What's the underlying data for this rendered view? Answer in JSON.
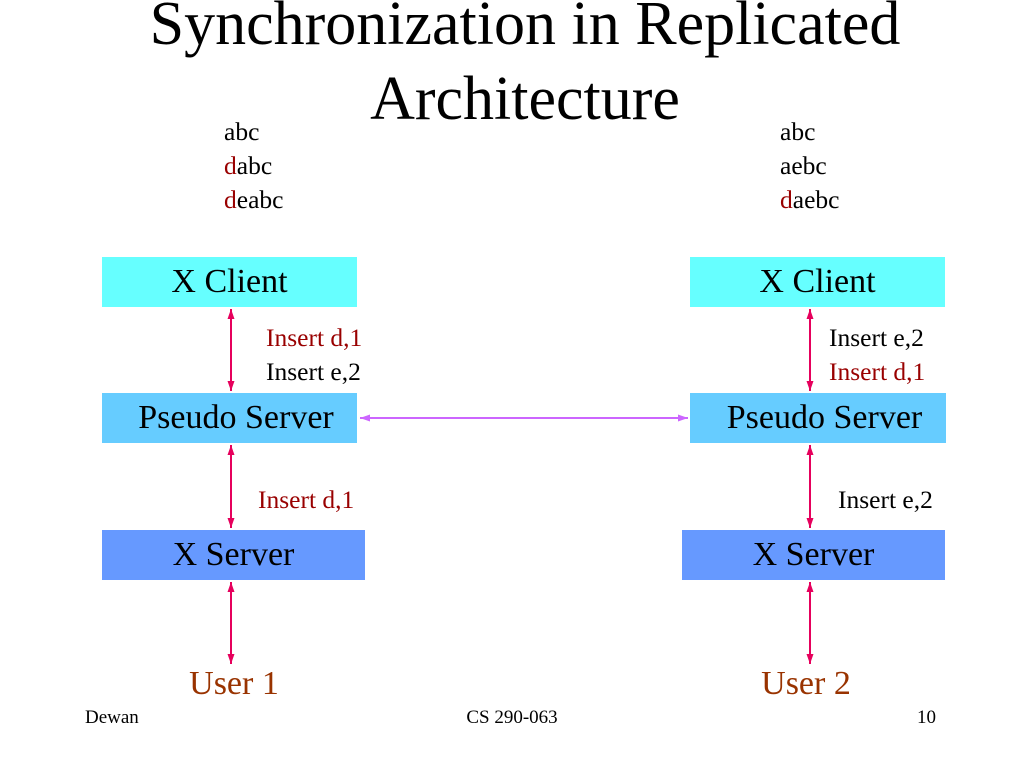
{
  "title": {
    "line1": "Synchronization in Replicated",
    "line2": "Architecture"
  },
  "colors": {
    "highlight_text": "#990000",
    "default_text": "#000000",
    "client_box": "#66FFFF",
    "pseudo_server_box": "#66CCFF",
    "server_box": "#6699FF",
    "vertical_arrows": "#E6005C",
    "pseudo_server_link": "#CC66FF",
    "user_label": "#993300"
  },
  "left": {
    "states": [
      {
        "marked": "",
        "rest": "abc"
      },
      {
        "marked": "d",
        "rest": "abc"
      },
      {
        "marked": "d",
        "rest": "eabc"
      }
    ],
    "client_label": "X Client",
    "client_messages": [
      {
        "text": "Insert d,1",
        "color": "#990000"
      },
      {
        "text": "Insert e,2",
        "color": "#000000"
      }
    ],
    "pseudo_server_label": "Pseudo Server",
    "server_messages": [
      {
        "text": "Insert d,1",
        "color": "#990000"
      }
    ],
    "server_label": "X Server",
    "user_label": "User 1"
  },
  "right": {
    "states": [
      {
        "marked": "",
        "rest": "abc"
      },
      {
        "marked": "",
        "rest": "aebc"
      },
      {
        "marked": "d",
        "rest": "aebc"
      }
    ],
    "client_label": "X Client",
    "client_messages": [
      {
        "text": "Insert e,2",
        "color": "#000000"
      },
      {
        "text": "Insert d,1",
        "color": "#990000"
      }
    ],
    "pseudo_server_label": "Pseudo Server",
    "server_messages": [
      {
        "text": "Insert e,2",
        "color": "#000000"
      }
    ],
    "server_label": "X Server",
    "user_label": "User 2"
  },
  "footer": {
    "author": "Dewan",
    "course": "CS 290-063",
    "page_number": "10"
  }
}
